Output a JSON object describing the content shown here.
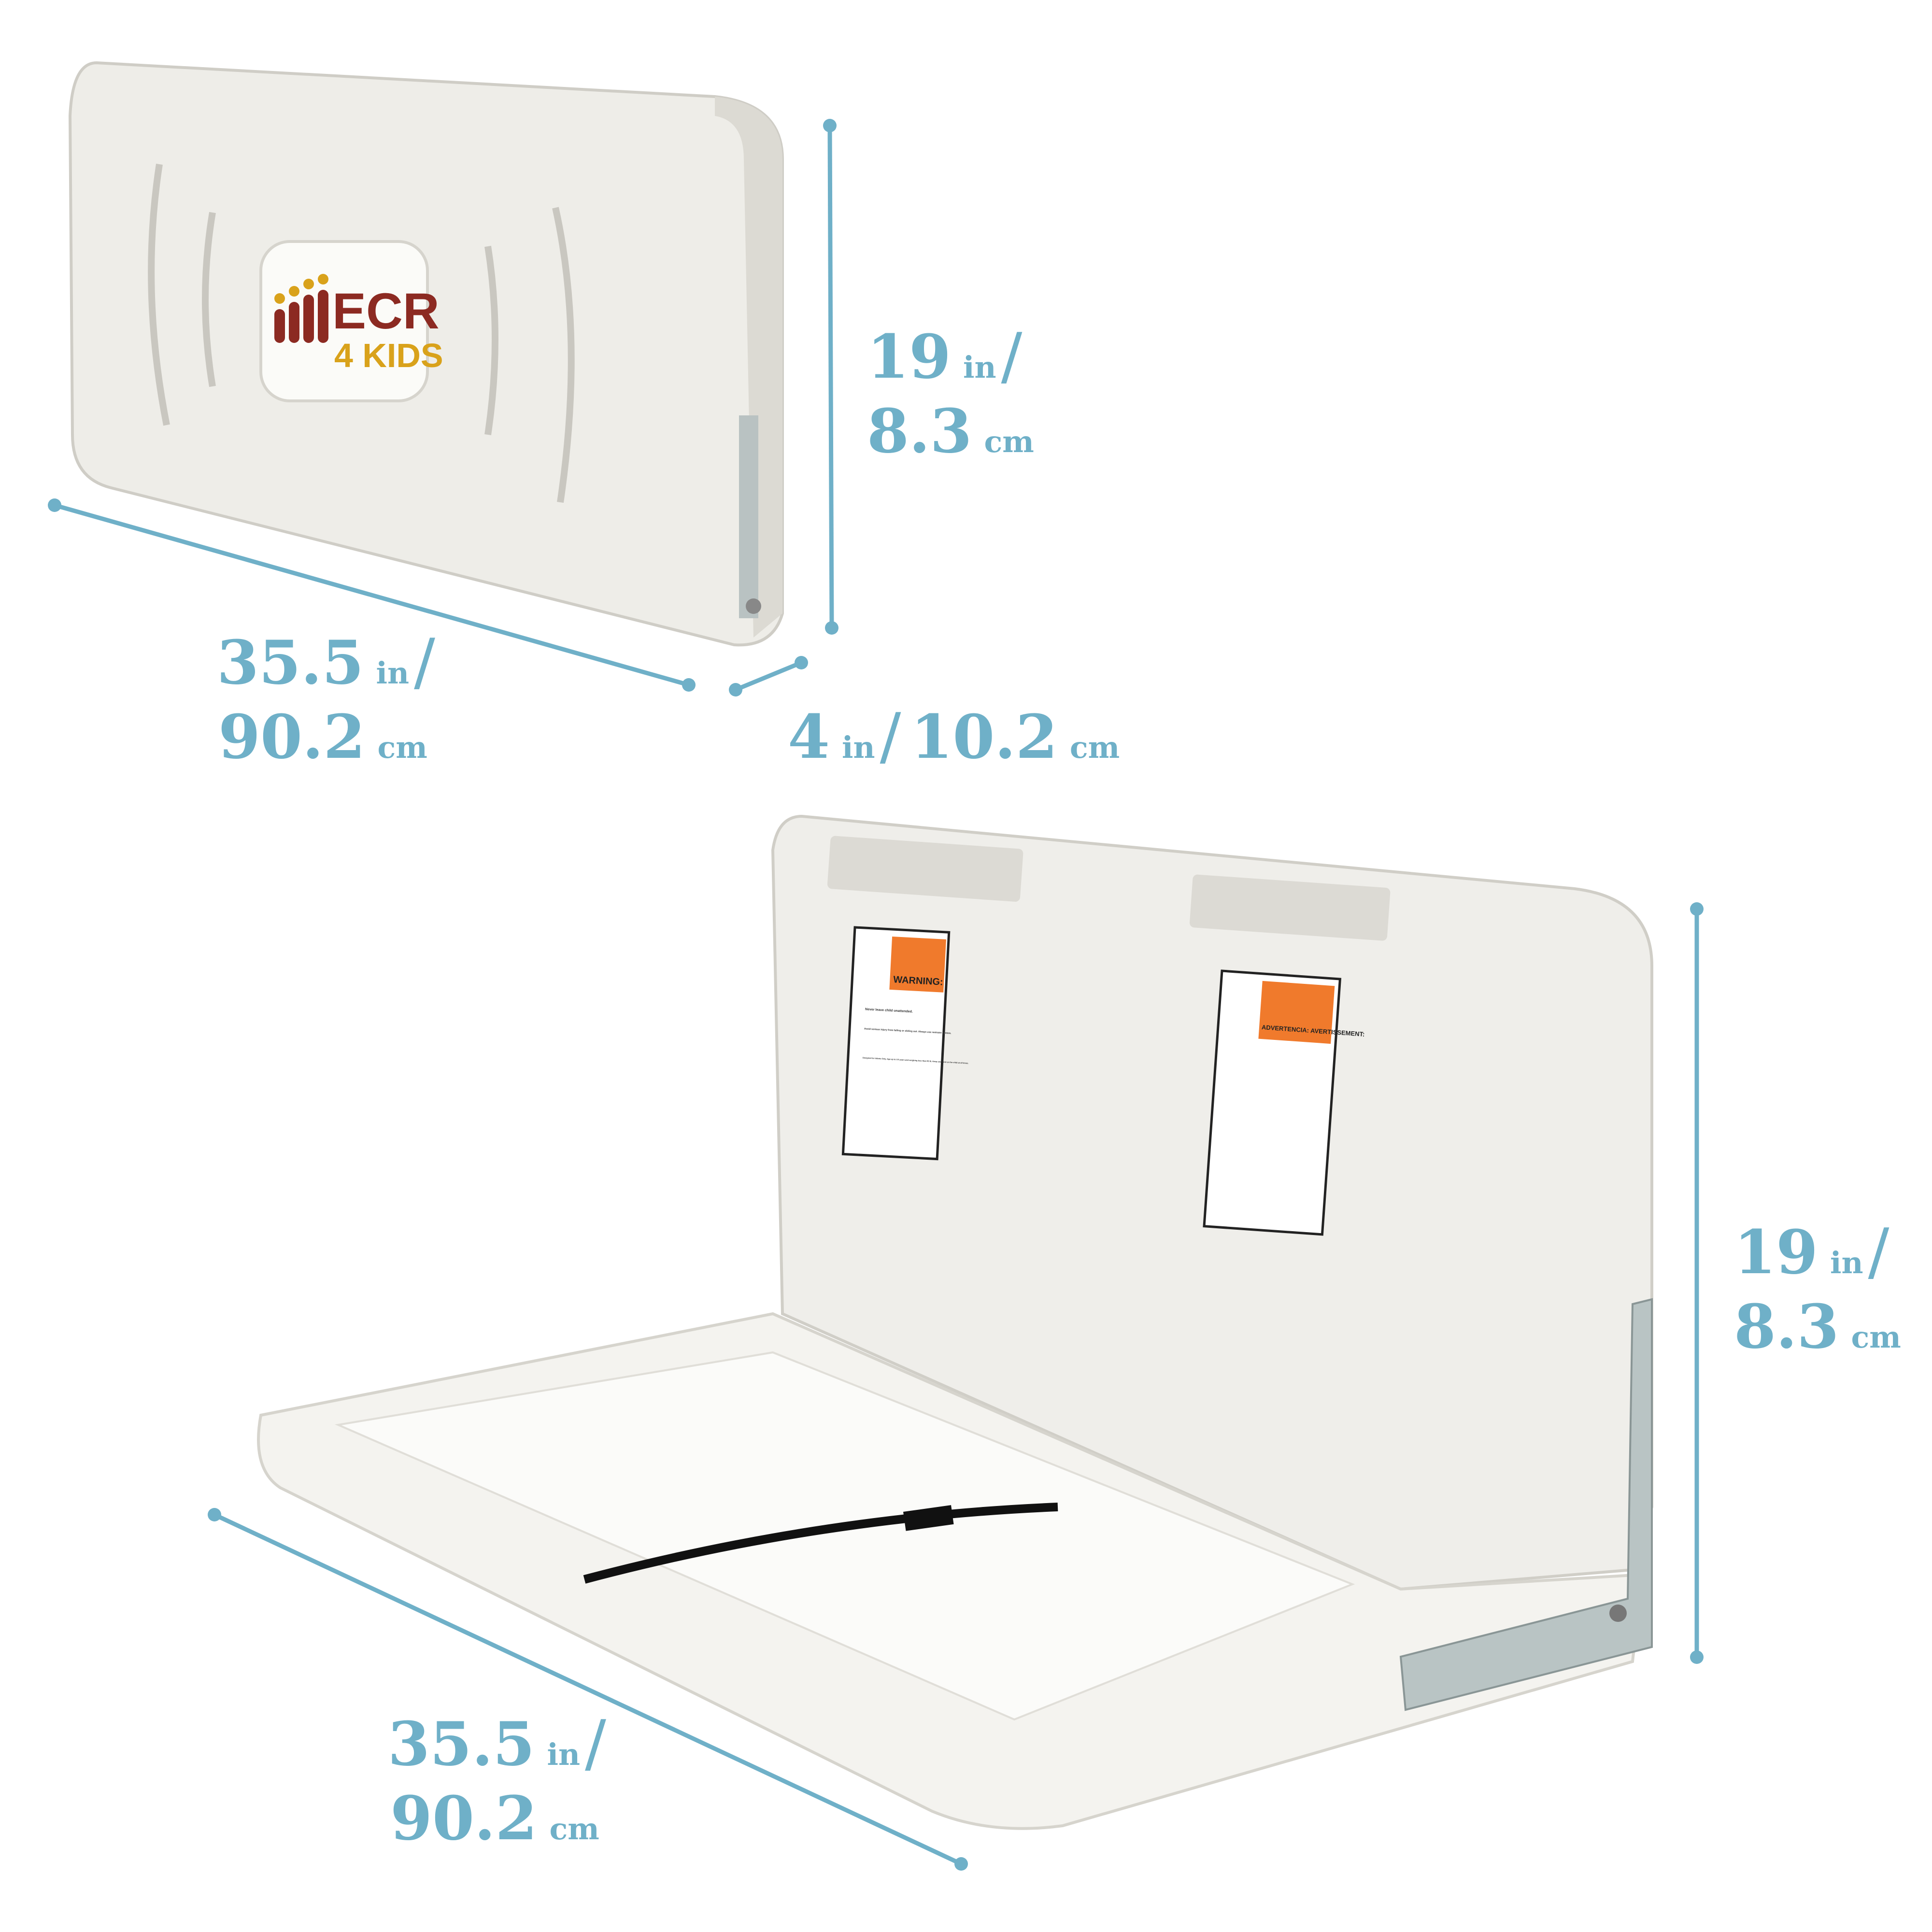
{
  "colors": {
    "dimension": "#6fb0c8",
    "product": "#eeede8",
    "warning": "#f07a2c",
    "logo_red": "#8c2a22",
    "logo_gold": "#d9a21b"
  },
  "folded": {
    "logo": {
      "line1": "ECR",
      "line2": "4 KIDS"
    },
    "height": {
      "value_in": "19",
      "unit_in": "in",
      "value_cm": "8.3",
      "unit_cm": "cm"
    },
    "width": {
      "value_in": "35.5",
      "unit_in": "in",
      "value_cm": "90.2",
      "unit_cm": "cm"
    },
    "depth": {
      "value_in": "4",
      "unit_in": "in",
      "value_cm": "10.2",
      "unit_cm": "cm"
    }
  },
  "open": {
    "warning_label": {
      "title": "WARNING:",
      "items": [
        "Never leave child unattended.",
        "Avoid serious injury from falling or sliding out. Always use restraint system.",
        "Designed for Infants Only. Age up to 3.5 years and weighing less than 50 lb. Keep one hand on the child at all times."
      ]
    },
    "warning_label_es": {
      "title": "ADVERTENCIA: AVERTISSEMENT:"
    },
    "height": {
      "value_in": "19",
      "unit_in": "in",
      "value_cm": "8.3",
      "unit_cm": "cm"
    },
    "width": {
      "value_in": "35.5",
      "unit_in": "in",
      "value_cm": "90.2",
      "unit_cm": "cm"
    }
  },
  "separator": "/"
}
